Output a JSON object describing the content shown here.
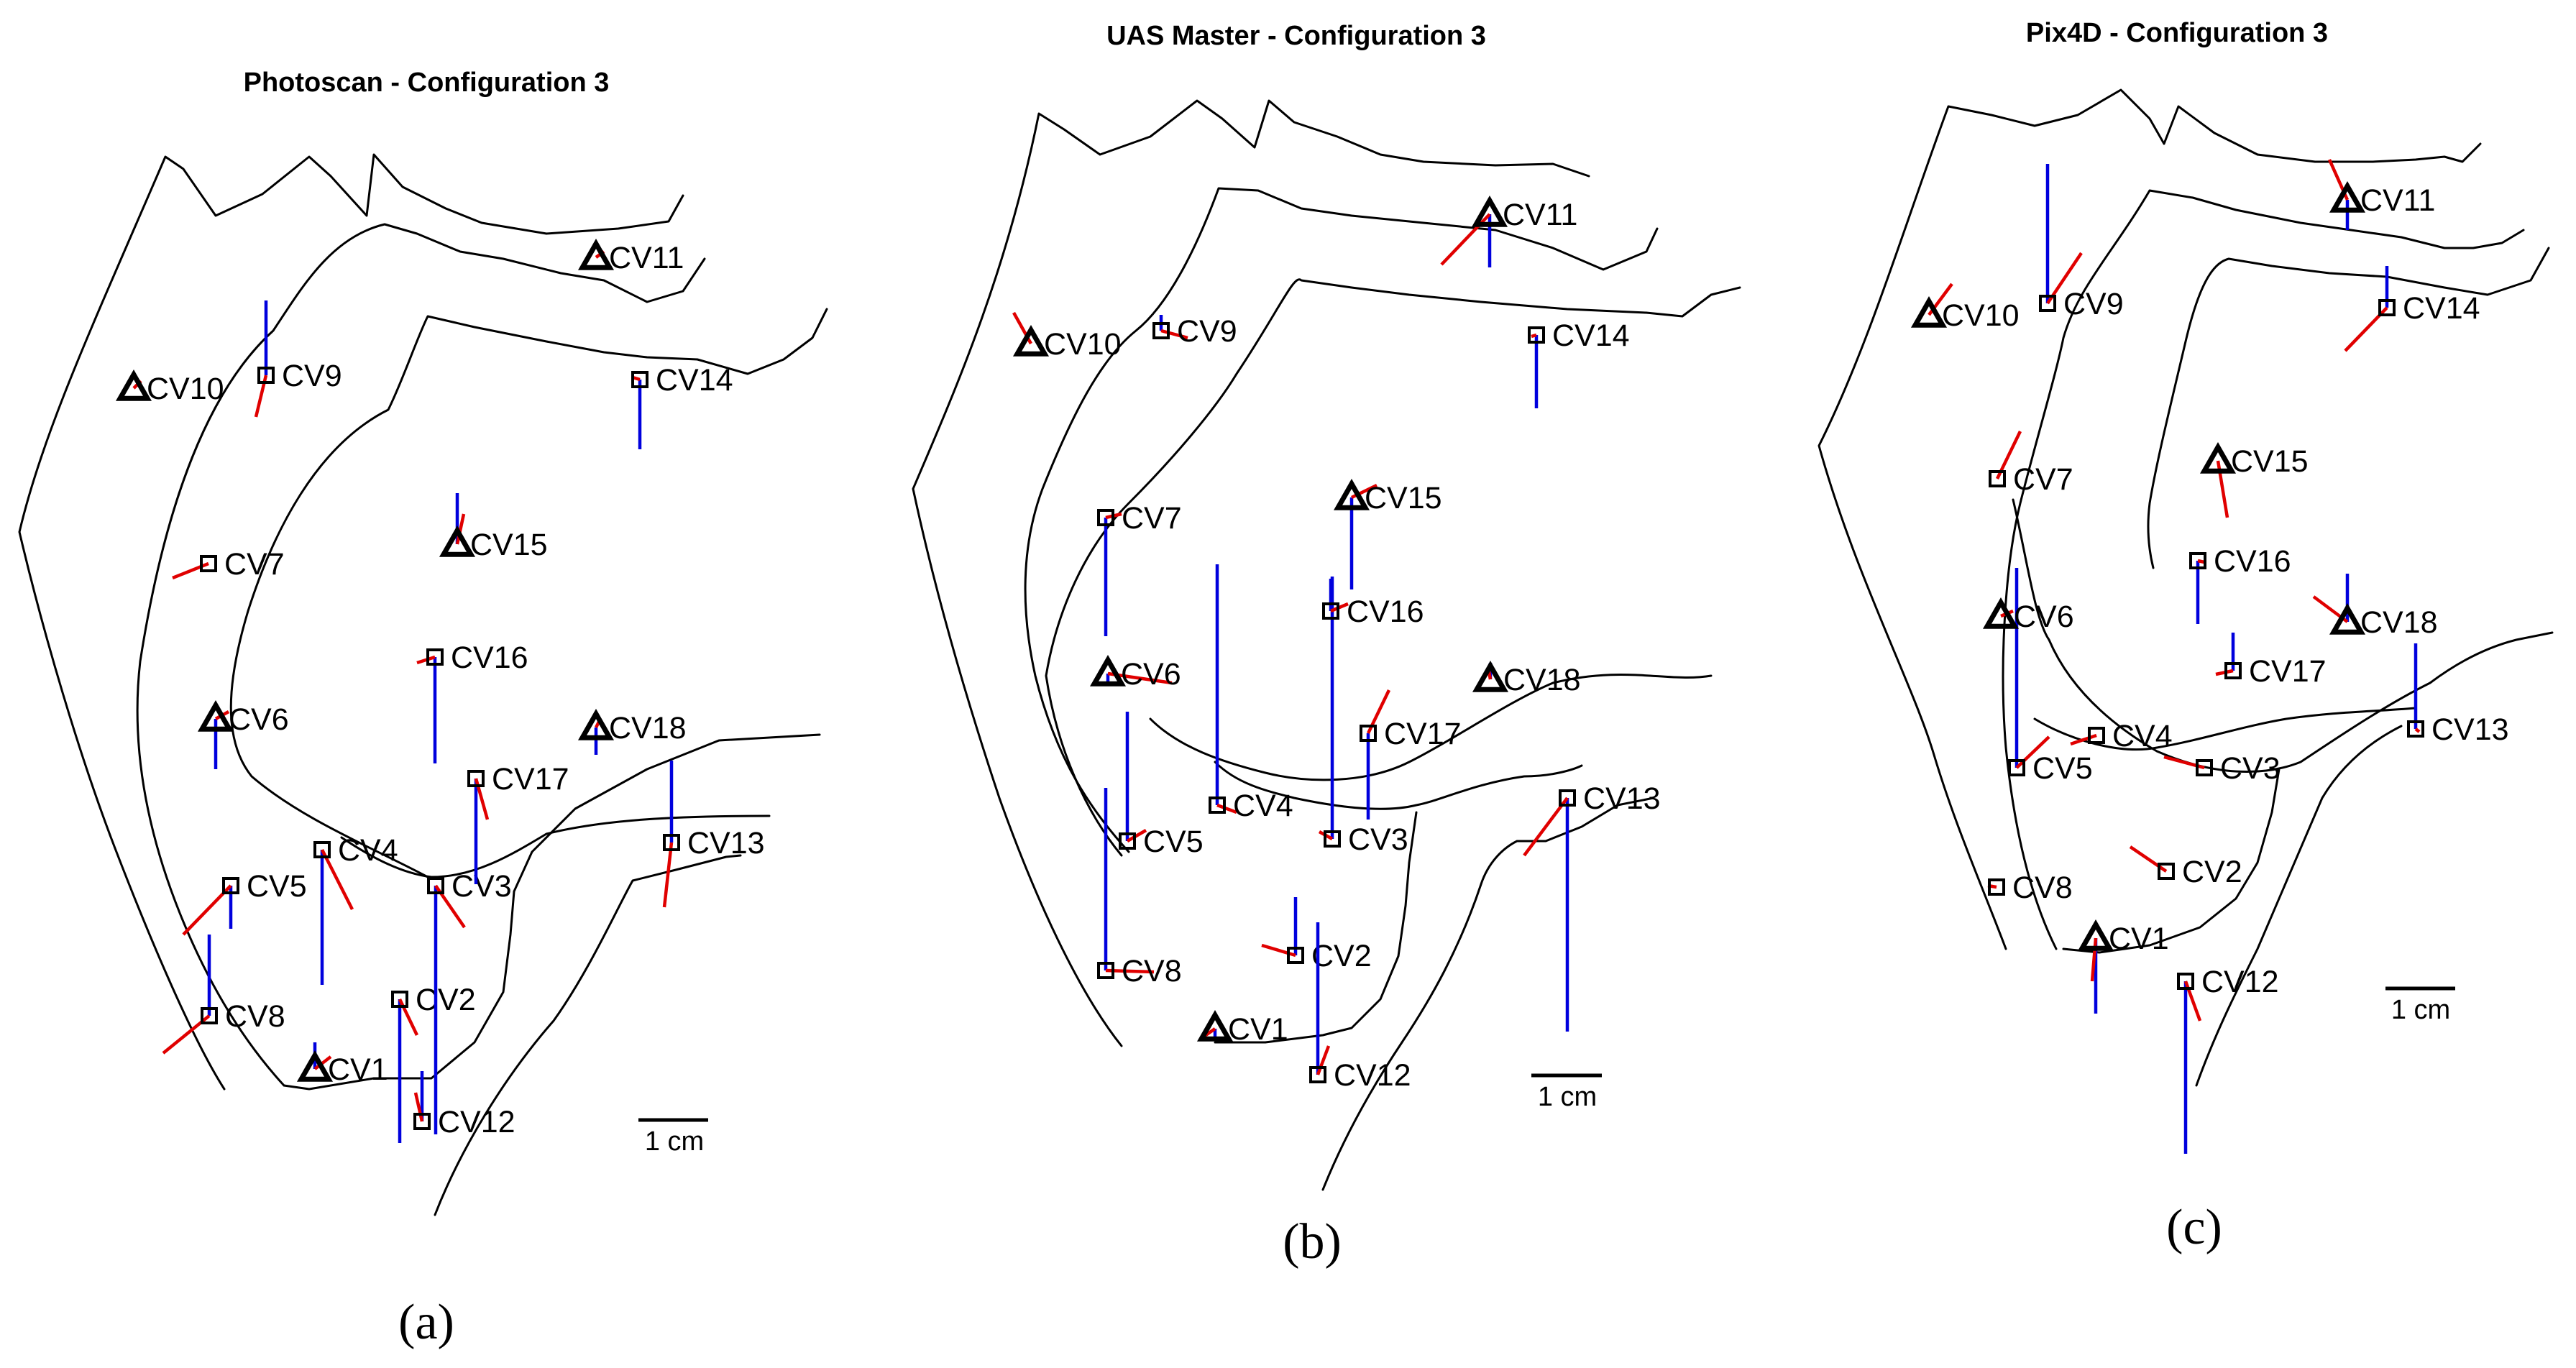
{
  "vector_colors": {
    "vertical": "#0000dd",
    "horizontal": "#e00000"
  },
  "scale_label": "1 cm",
  "panels": [
    {
      "id": "a",
      "title": "Photoscan - Configuration 3",
      "letter": "(a)",
      "points": [
        {
          "name": "CV1",
          "type": "triangle"
        },
        {
          "name": "CV2",
          "type": "square"
        },
        {
          "name": "CV3",
          "type": "square"
        },
        {
          "name": "CV4",
          "type": "square"
        },
        {
          "name": "CV5",
          "type": "square"
        },
        {
          "name": "CV6",
          "type": "triangle"
        },
        {
          "name": "CV7",
          "type": "square"
        },
        {
          "name": "CV8",
          "type": "square"
        },
        {
          "name": "CV9",
          "type": "square"
        },
        {
          "name": "CV10",
          "type": "triangle"
        },
        {
          "name": "CV11",
          "type": "triangle"
        },
        {
          "name": "CV12",
          "type": "square"
        },
        {
          "name": "CV13",
          "type": "square"
        },
        {
          "name": "CV14",
          "type": "square"
        },
        {
          "name": "CV15",
          "type": "triangle"
        },
        {
          "name": "CV16",
          "type": "square"
        },
        {
          "name": "CV17",
          "type": "square"
        },
        {
          "name": "CV18",
          "type": "triangle"
        }
      ]
    },
    {
      "id": "b",
      "title": "UAS Master - Configuration 3",
      "letter": "(b)",
      "points": [
        {
          "name": "CV1",
          "type": "triangle"
        },
        {
          "name": "CV2",
          "type": "square"
        },
        {
          "name": "CV3",
          "type": "square"
        },
        {
          "name": "CV4",
          "type": "square"
        },
        {
          "name": "CV5",
          "type": "square"
        },
        {
          "name": "CV6",
          "type": "triangle"
        },
        {
          "name": "CV7",
          "type": "square"
        },
        {
          "name": "CV8",
          "type": "square"
        },
        {
          "name": "CV9",
          "type": "square"
        },
        {
          "name": "CV10",
          "type": "triangle"
        },
        {
          "name": "CV11",
          "type": "triangle"
        },
        {
          "name": "CV12",
          "type": "square"
        },
        {
          "name": "CV13",
          "type": "square"
        },
        {
          "name": "CV14",
          "type": "square"
        },
        {
          "name": "CV15",
          "type": "triangle"
        },
        {
          "name": "CV16",
          "type": "square"
        },
        {
          "name": "CV17",
          "type": "square"
        },
        {
          "name": "CV18",
          "type": "triangle"
        }
      ]
    },
    {
      "id": "c",
      "title": "Pix4D - Configuration 3",
      "letter": "(c)",
      "points": [
        {
          "name": "CV1",
          "type": "triangle"
        },
        {
          "name": "CV2",
          "type": "square"
        },
        {
          "name": "CV3",
          "type": "square"
        },
        {
          "name": "CV4",
          "type": "square"
        },
        {
          "name": "CV5",
          "type": "square"
        },
        {
          "name": "CV6",
          "type": "triangle"
        },
        {
          "name": "CV7",
          "type": "square"
        },
        {
          "name": "CV8",
          "type": "square"
        },
        {
          "name": "CV9",
          "type": "square"
        },
        {
          "name": "CV10",
          "type": "triangle"
        },
        {
          "name": "CV11",
          "type": "triangle"
        },
        {
          "name": "CV12",
          "type": "square"
        },
        {
          "name": "CV13",
          "type": "square"
        },
        {
          "name": "CV14",
          "type": "square"
        },
        {
          "name": "CV15",
          "type": "triangle"
        },
        {
          "name": "CV16",
          "type": "square"
        },
        {
          "name": "CV17",
          "type": "square"
        },
        {
          "name": "CV18",
          "type": "triangle"
        }
      ]
    }
  ]
}
